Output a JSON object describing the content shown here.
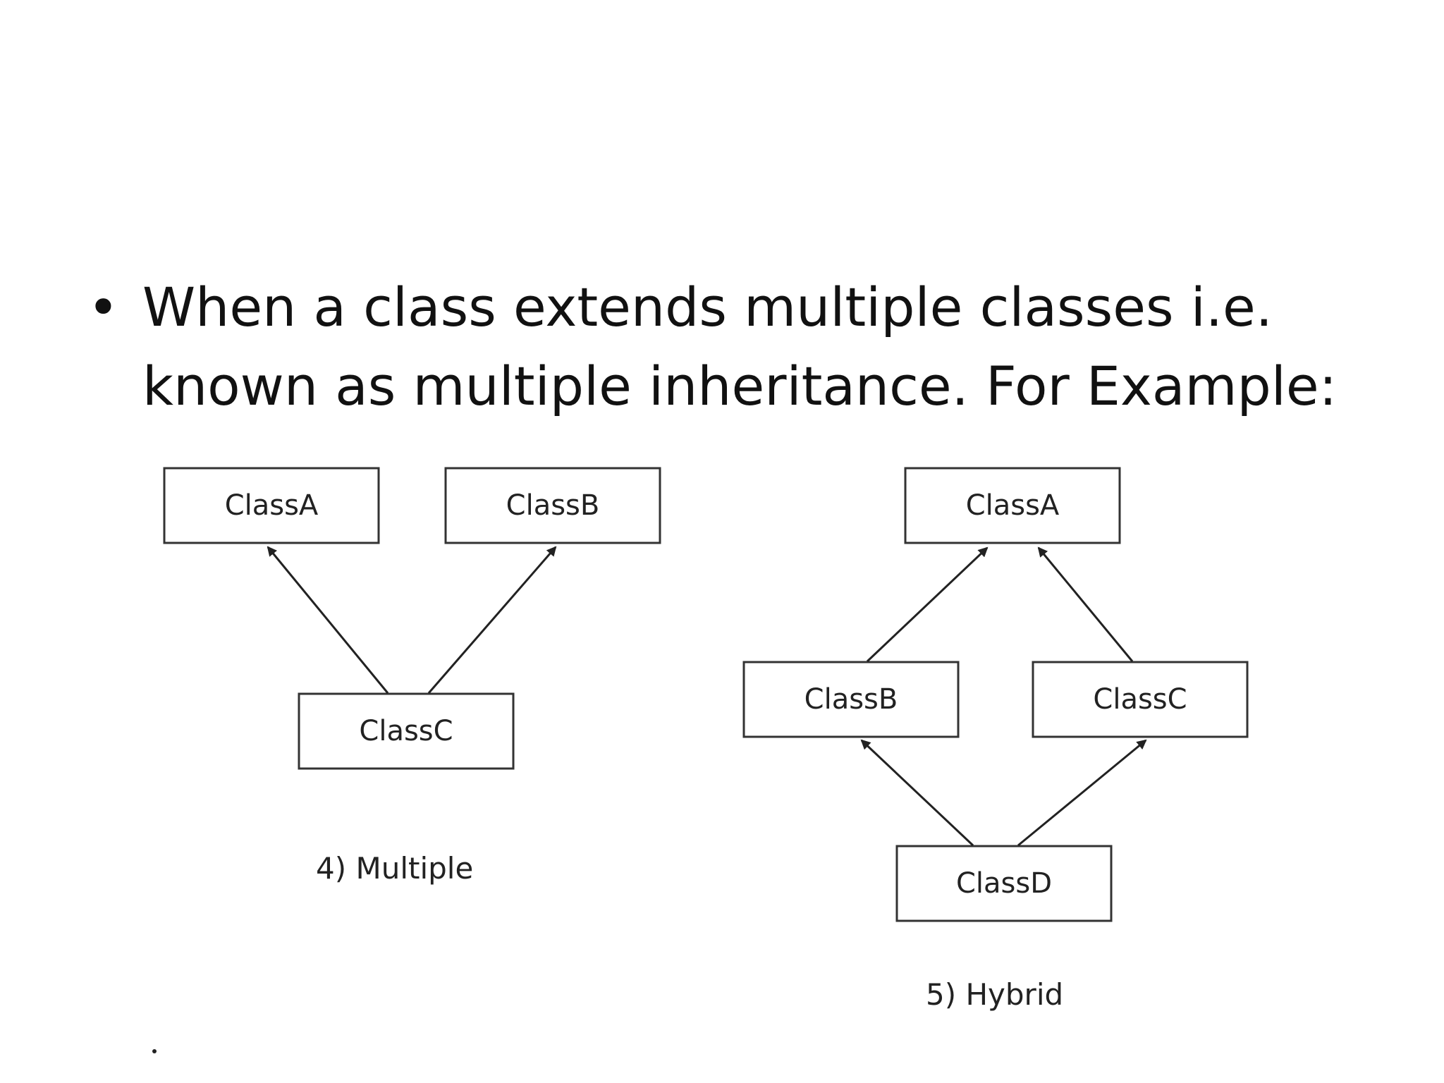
{
  "bullet": {
    "line1": "When a class extends multiple classes i.e.",
    "line2": "known as multiple inheritance. For Example:"
  },
  "diagrams": {
    "multiple": {
      "caption": "4)  Multiple",
      "class_a": "ClassA",
      "class_b": "ClassB",
      "class_c": "ClassC"
    },
    "hybrid": {
      "caption": "5) Hybrid",
      "class_a": "ClassA",
      "class_b": "ClassB",
      "class_c": "ClassC",
      "class_d": "ClassD"
    }
  },
  "colors": {
    "text": "#111111",
    "box_border": "#333333",
    "arrow": "#222222"
  }
}
